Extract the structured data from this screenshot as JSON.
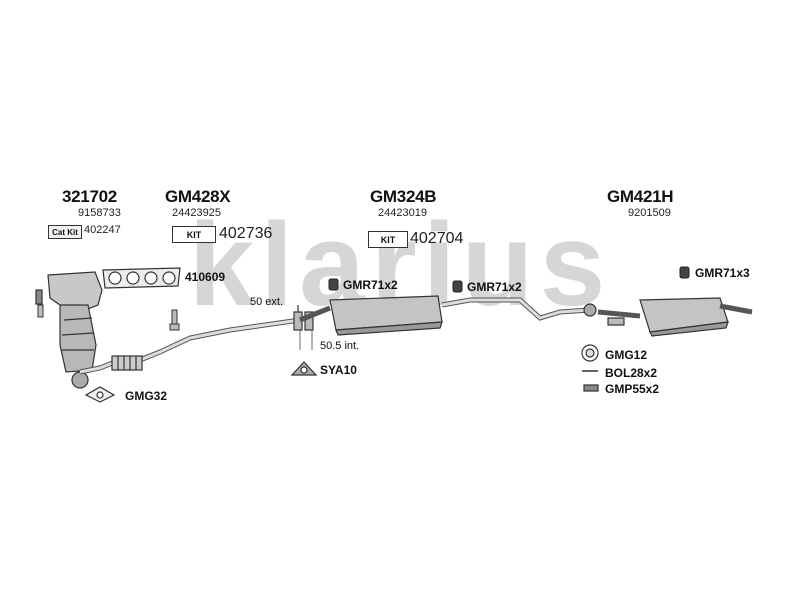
{
  "watermark": "klarius",
  "groups": [
    {
      "code": "321702",
      "ref": "9158733"
    },
    {
      "code": "GM428X",
      "ref": "24423925"
    },
    {
      "code": "GM324B",
      "ref": "24423019"
    },
    {
      "code": "GM421H",
      "ref": "9201509"
    }
  ],
  "kits": {
    "cat_label": "Cat Kit",
    "cat_number": "402247",
    "kit_label": "KIT",
    "kit1_number": "402736",
    "kit2_number": "402704"
  },
  "parts": {
    "gasket": "410609",
    "gmr_left": "GMR71x2",
    "gmr_mid": "GMR71x2",
    "gmr_right": "GMR71x3",
    "sya": "SYA10",
    "gmg12": "GMG12",
    "bol": "BOL28x2",
    "gmp": "GMP55x2",
    "gmg32": "GMG32"
  },
  "annotations": {
    "ext": "50 ext.",
    "int": "50.5 int."
  },
  "colors": {
    "watermark": "#d4d4d4",
    "part_fill": "#c4c4c4",
    "part_stroke": "#333333"
  }
}
